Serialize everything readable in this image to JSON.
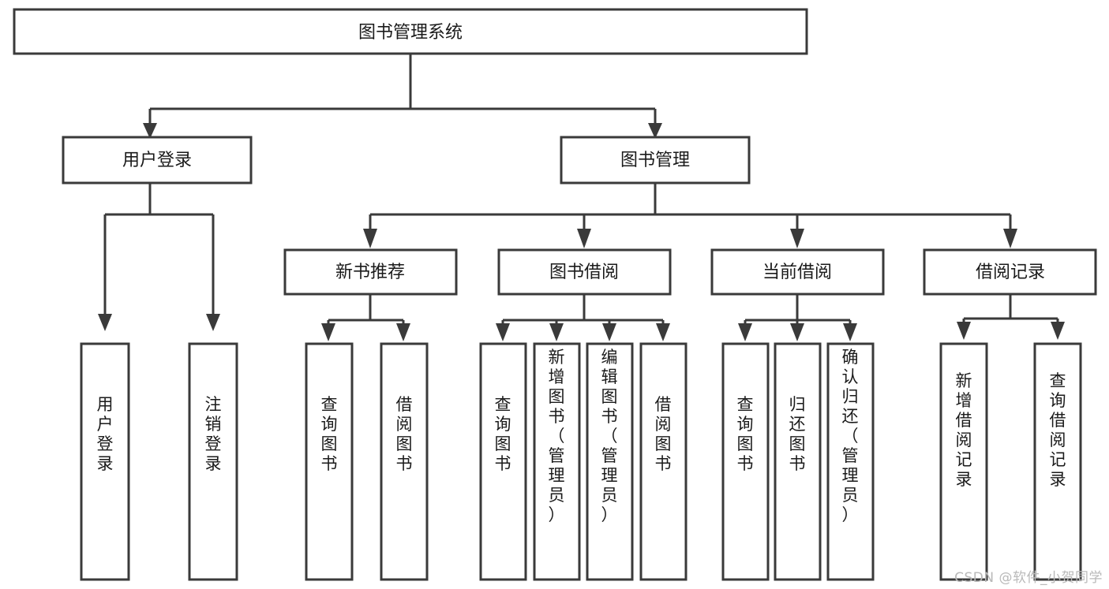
{
  "diagram": {
    "type": "tree-hierarchy",
    "title": "图书管理系统",
    "watermark": "CSDN @软件_小贺同学",
    "colors": {
      "background": "#ffffff",
      "stroke": "#3a3a3a",
      "box_fill": "#ffffff",
      "text": "#1a1a1a",
      "watermark": "#b9b9b9"
    },
    "levels": {
      "level1": [
        {
          "id": "root",
          "label": "图书管理系统"
        }
      ],
      "level2": [
        {
          "id": "user-login",
          "label": "用户登录"
        },
        {
          "id": "book-management",
          "label": "图书管理"
        }
      ],
      "level3": [
        {
          "id": "new-book-recommend",
          "label": "新书推荐"
        },
        {
          "id": "book-borrow",
          "label": "图书借阅"
        },
        {
          "id": "current-borrow",
          "label": "当前借阅"
        },
        {
          "id": "borrow-record",
          "label": "借阅记录"
        }
      ],
      "level4": [
        {
          "id": "leaf-user-login",
          "label": "用户登录",
          "parent": "user-login"
        },
        {
          "id": "leaf-logout-login",
          "label": "注销登录",
          "parent": "user-login"
        },
        {
          "id": "leaf-query-book-1",
          "label": "查询图书",
          "parent": "new-book-recommend"
        },
        {
          "id": "leaf-borrow-book-1",
          "label": "借阅图书",
          "parent": "new-book-recommend"
        },
        {
          "id": "leaf-query-book-2",
          "label": "查询图书",
          "parent": "book-borrow"
        },
        {
          "id": "leaf-add-book",
          "label": "新增图书（管理员）",
          "parent": "book-borrow"
        },
        {
          "id": "leaf-edit-book",
          "label": "编辑图书（管理员）",
          "parent": "book-borrow"
        },
        {
          "id": "leaf-borrow-book-2",
          "label": "借阅图书",
          "parent": "book-borrow"
        },
        {
          "id": "leaf-query-book-3",
          "label": "查询图书",
          "parent": "current-borrow"
        },
        {
          "id": "leaf-return-book",
          "label": "归还图书",
          "parent": "current-borrow"
        },
        {
          "id": "leaf-confirm-return",
          "label": "确认归还（管理员）",
          "parent": "current-borrow"
        },
        {
          "id": "leaf-add-record",
          "label": "新增借阅记录",
          "parent": "borrow-record"
        },
        {
          "id": "leaf-query-record",
          "label": "查询借阅记录",
          "parent": "borrow-record"
        }
      ]
    }
  }
}
